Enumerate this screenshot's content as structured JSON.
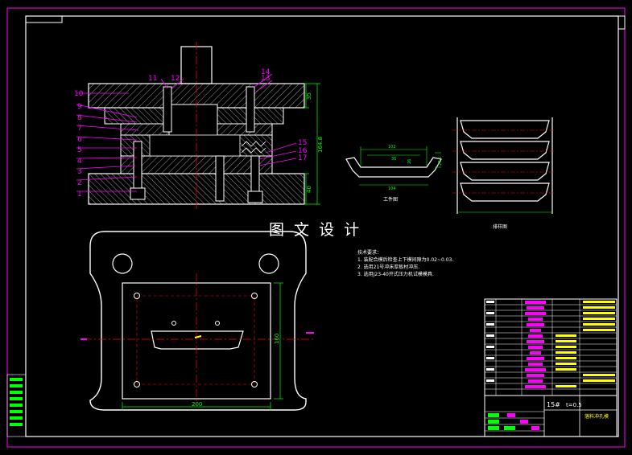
{
  "watermark": "图 文 设 计",
  "callouts": [
    "1",
    "2",
    "3",
    "4",
    "5",
    "6",
    "7",
    "8",
    "9",
    "10",
    "11",
    "12",
    "13",
    "14",
    "15",
    "16",
    "17"
  ],
  "dimensions": {
    "top_plate_height": "35",
    "total_height": "164.8",
    "bottom_plate_height": "40",
    "plan_width": "200",
    "plan_height": "160",
    "part_width_top": "102",
    "part_width_mid": "36",
    "part_width_bottom": "104",
    "part_side_1": "26",
    "part_side_2": "27.5"
  },
  "labels": {
    "part_view": "工件图",
    "layout_view": "排样图"
  },
  "notes": {
    "heading": "技术要求：",
    "items": [
      "1. 装配合模后检查上下模间隙为0.02~0.03.",
      "2. 选用21号冲床厚板材冲压.",
      "3. 选用J23-40开式压力机试模模具."
    ]
  },
  "title_block": {
    "quantity": "15#",
    "thickness": "t=0.5",
    "drawing_name": "落料冲孔模"
  },
  "colors": {
    "background": "#000000",
    "border": "#ffffff",
    "frame": "#ff00ff",
    "geometry": "#ffffff",
    "center_line": "#ff0000",
    "dimension": "#00ff00",
    "callout": "#ff00ff",
    "title_text": "#ffff00"
  }
}
